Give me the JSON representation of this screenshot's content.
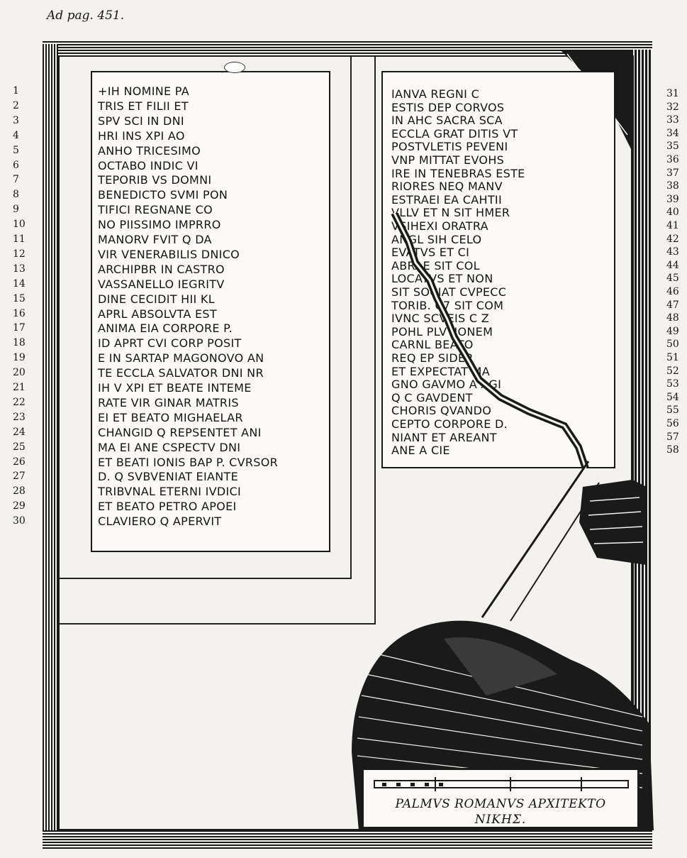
{
  "header": {
    "page_ref": "Ad pag. 451."
  },
  "left_column": {
    "numbers": [
      "1",
      "2",
      "3",
      "4",
      "5",
      "6",
      "7",
      "8",
      "9",
      "10",
      "11",
      "12",
      "13",
      "14",
      "15",
      "16",
      "17",
      "18",
      "19",
      "20",
      "21",
      "22",
      "23",
      "24",
      "25",
      "26",
      "27",
      "28",
      "29",
      "30"
    ],
    "lines": [
      "+IH NOMINE PA",
      "TRIS ET FILII ET",
      "SPV SCI IN  DNI",
      "HRI INS XPI AO",
      "ANHO TRICESIMO",
      "OCTABO INDIC VI",
      "TEPORIB VS DOMNI",
      "BENEDICTO SVMI PON",
      "TIFICI REGNANE CO",
      "NO PIISSIMO IMPRRO",
      "MANORV FVIT Q DA",
      "VIR VENERABILIS DNICO",
      "ARCHIPBR IN CASTRO",
      "VASSANELLO IEGRITV",
      "DINE CECIDIT HII KL",
      "APRL ABSOLVTA EST",
      "ANIMA EIA CORPORE P.",
      "ID APRT CVI CORP POSIT",
      "E IN SARTAP MAGONOVO AN",
      "TE ECCLA SALVATOR DNI NR",
      "IH V XPI ET BEATE INTEME",
      "RATE VIR GINAR MATRIS",
      "EI ET BEATO MIGHAELAR",
      "CHANGID Q REPSENTET ANI",
      "MA EI ANE CSPECTV DNI",
      "ET BEATI IONIS BAP P. CVRSOR",
      "D. Q SVBVENIAT EIANTE",
      "TRIBVNAL ETERNI IVDICI",
      "ET BEATO PETRO APOEI",
      "CLAVIERO Q APERVIT"
    ]
  },
  "right_column": {
    "numbers": [
      "31",
      "32",
      "33",
      "34",
      "35",
      "36",
      "37",
      "38",
      "39",
      "40",
      "41",
      "42",
      "43",
      "44",
      "45",
      "46",
      "47",
      "48",
      "49",
      "50",
      "51",
      "52",
      "53",
      "54",
      "55",
      "56",
      "57",
      "58"
    ],
    "lines": [
      "IANVA REGNI C",
      "ESTIS DEP CORVOS",
      "IN AHC SACRA SCA",
      "ECCLA GRAT DITIS VT",
      "POSTVLETIS PEVENI",
      "VNP MITTAT EVOHS",
      "IRE IN TENEBRAS ESTE",
      "RIORES NEQ MANV",
      "ESTRAEI EA CAHTII",
      "VLLV ET N SIT HMER",
      "VSIHEXI ORATRA",
      "ANGL SIH CELO",
      "EVATVS ET CI",
      "ABRAE SIT COL",
      "LOCATVS ET NON",
      "SIT SOCIAT CVPECC",
      "TORIB. C7 SIT COM",
      "IVNC SCVEIS C Z",
      "POHL PLVTIONEM",
      "CARNL BEATO",
      "REQ EP SIDER",
      "ET EXPECTAT MA",
      "GNO GAVMO A AGI",
      "Q C GAVDENT",
      "CHORIS QVANDO",
      "CEPTO CORPORE D.",
      "NIANT ET AREANT",
      "ANE A CIE"
    ]
  },
  "scale": {
    "caption_line1": "PALMVS ROMANVS APXITEKTO",
    "caption_line2": "NIKHΣ."
  },
  "colors": {
    "ink": "#141414",
    "paper": "#f4f2ee"
  }
}
